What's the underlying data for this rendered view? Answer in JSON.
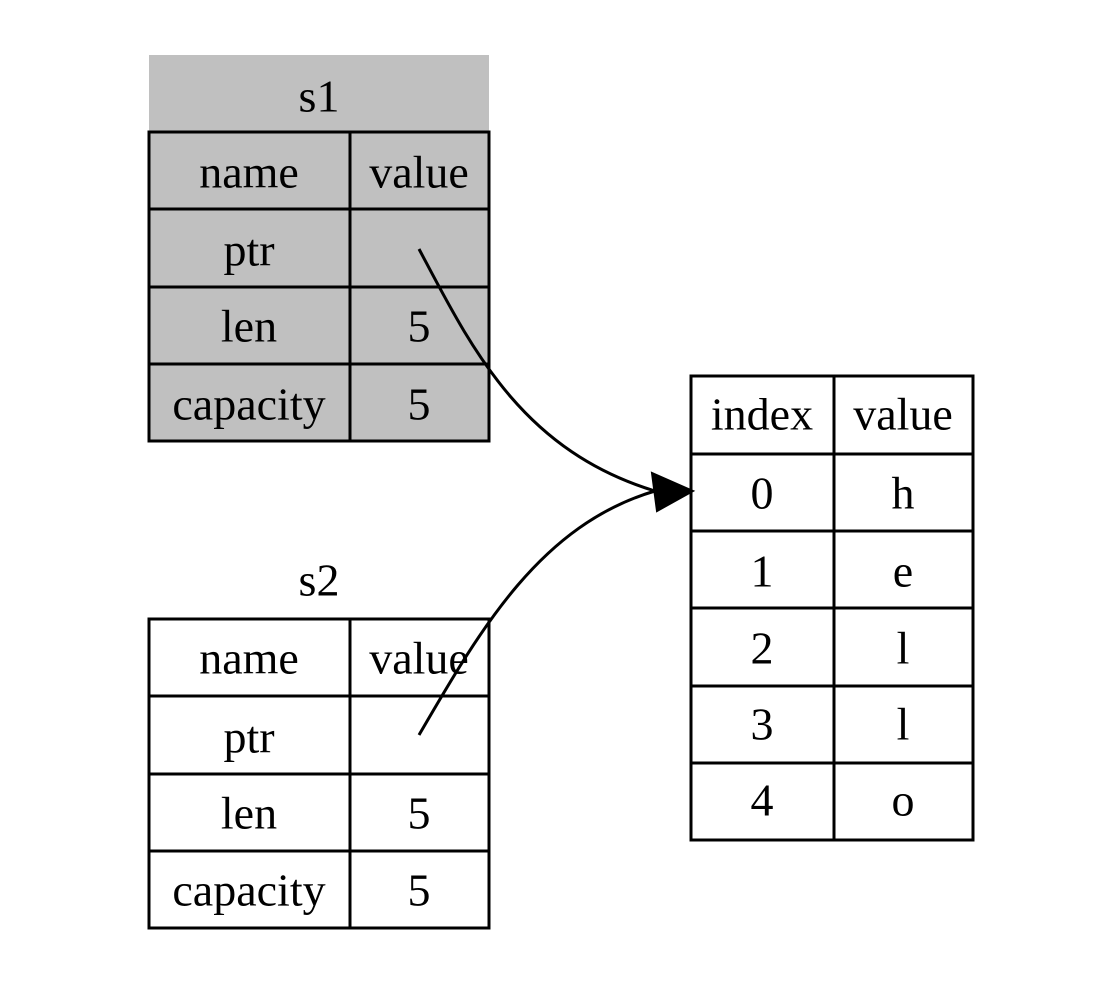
{
  "s1": {
    "title": "s1",
    "header": [
      "name",
      "value"
    ],
    "rows": [
      [
        "ptr",
        ""
      ],
      [
        "len",
        "5"
      ],
      [
        "capacity",
        "5"
      ]
    ]
  },
  "s2": {
    "title": "s2",
    "header": [
      "name",
      "value"
    ],
    "rows": [
      [
        "ptr",
        ""
      ],
      [
        "len",
        "5"
      ],
      [
        "capacity",
        "5"
      ]
    ]
  },
  "heap": {
    "header": [
      "index",
      "value"
    ],
    "rows": [
      [
        "0",
        "h"
      ],
      [
        "1",
        "e"
      ],
      [
        "2",
        "l"
      ],
      [
        "3",
        "l"
      ],
      [
        "4",
        "o"
      ]
    ]
  },
  "colors": {
    "s1_fill": "#c0c0c0",
    "stroke": "#000000",
    "background": "#ffffff"
  },
  "edges": [
    {
      "from": "s1.ptr",
      "to": "heap.0"
    },
    {
      "from": "s2.ptr",
      "to": "heap.0"
    }
  ]
}
